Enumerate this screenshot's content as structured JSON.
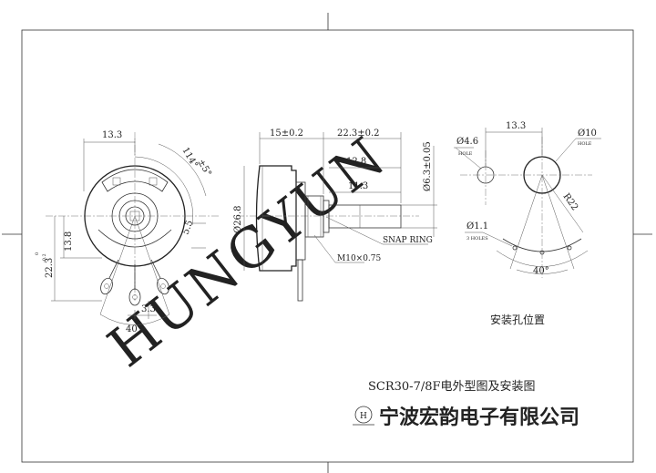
{
  "watermark": "HUNGYUN",
  "front_view": {
    "width_dim": "13.3",
    "angle_dim": "114°",
    "tol_dim": "±5°",
    "offset_dim": "5.5",
    "height_dim": "13.8",
    "total_dim": "22.3",
    "total_tol_upper": "0",
    "total_tol_lower": "-0.2",
    "pitch_dim": "3.3",
    "terminal_angle": "40°"
  },
  "side_view": {
    "body_dim": "15±0.2",
    "shaft_dim": "22.3±0.2",
    "dim_12_8": "12.8",
    "dim_11_3": "11.3",
    "diameter_dim": "Ø26.8",
    "shaft_dia": "Ø6.3±0.05",
    "snap_ring": "SNAP RING",
    "thread": "M10×0.75"
  },
  "mounting_view": {
    "spacing_dim": "13.3",
    "small_hole_dia": "Ø4.6",
    "small_hole_label": "HOLE",
    "big_hole_dia": "Ø10",
    "big_hole_label": "HOLE",
    "radius_dim": "R22",
    "terminal_hole_dia": "Ø1.1",
    "terminal_holes_label": "3 HOLES",
    "angle_dim": "40°",
    "caption": "安装孔位置"
  },
  "title_block": {
    "title": "SCR30-7/8F电外型图及安装图",
    "logo_letter": "H",
    "company": "宁波宏韵电子有限公司"
  }
}
